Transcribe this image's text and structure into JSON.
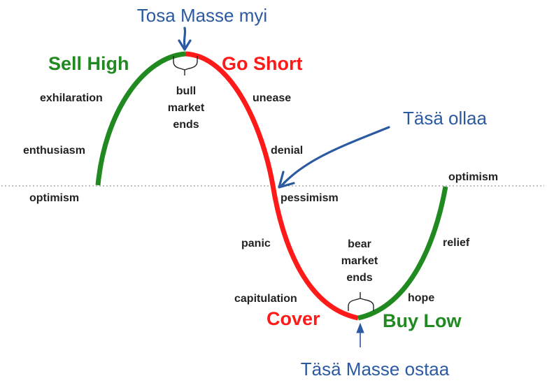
{
  "colors": {
    "green": "#208a20",
    "red": "#ff1a1a",
    "arrow_blue": "#2c5aa0",
    "label_dark": "#222222",
    "baseline": "#999999"
  },
  "headings": {
    "sell_high": "Sell High",
    "go_short": "Go Short",
    "cover": "Cover",
    "buy_low": "Buy Low"
  },
  "emotions": {
    "optimism_left": "optimism",
    "enthusiasm": "enthusiasm",
    "exhilaration": "exhilaration",
    "unease": "unease",
    "denial": "denial",
    "pessimism": "pessimism",
    "panic": "panic",
    "capitulation": "capitulation",
    "hope": "hope",
    "relief": "relief",
    "optimism_right": "optimism"
  },
  "market_notes": {
    "bull": [
      "bull",
      "market",
      "ends"
    ],
    "bear": [
      "bear",
      "market",
      "ends"
    ]
  },
  "annotations": {
    "top": "Tosa Masse myi",
    "middle": "Täsä ollaa",
    "bottom": "Täsä Masse ostaa"
  }
}
